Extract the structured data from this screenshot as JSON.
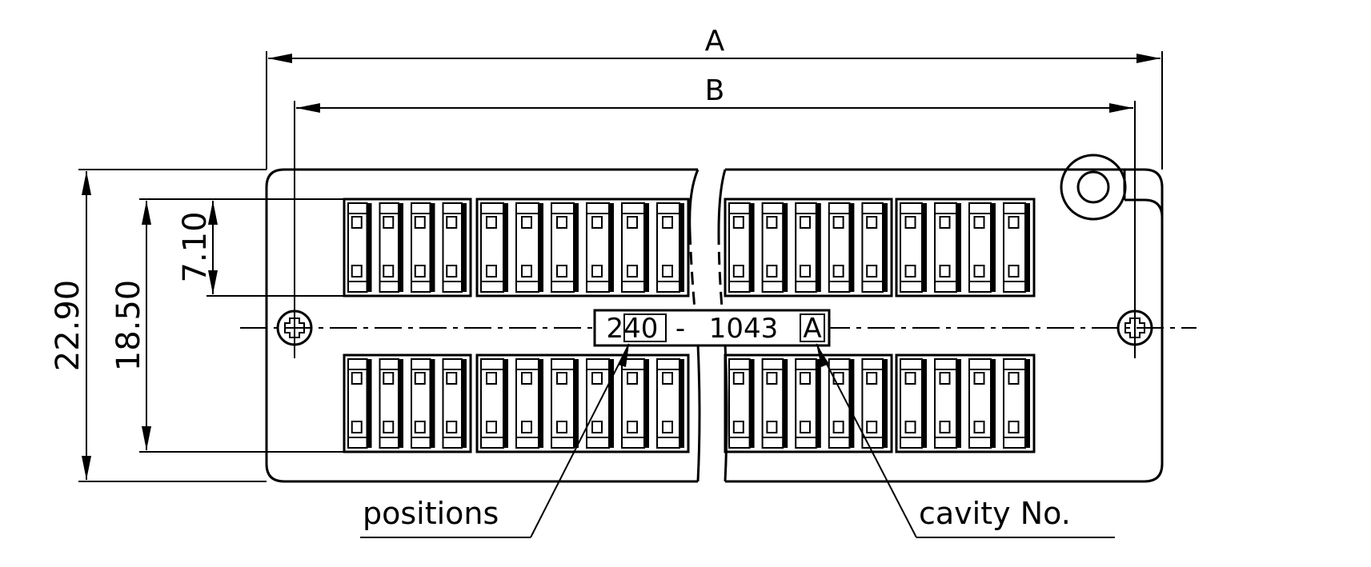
{
  "dimensions": {
    "a": "A",
    "b": "B",
    "overall_height": "22.90",
    "pitch_height": "18.50",
    "row_height": "7.10"
  },
  "marking": {
    "positions_code": "240",
    "separator": "-",
    "part_code": "1043",
    "cavity_code": "A"
  },
  "callouts": {
    "positions": "positions",
    "cavity": "cavity  No."
  }
}
